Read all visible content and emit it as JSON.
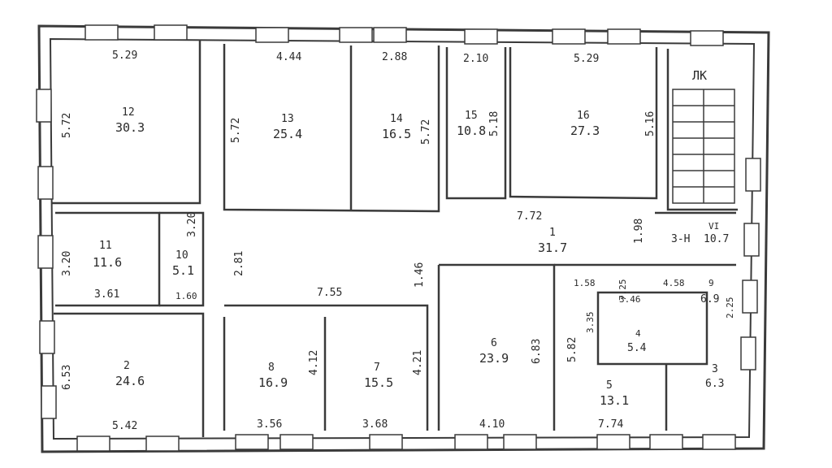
{
  "rooms": [
    {
      "id": "room-12",
      "number": "12",
      "area": "30.3"
    },
    {
      "id": "room-13",
      "number": "13",
      "area": "25.4"
    },
    {
      "id": "room-14",
      "number": "14",
      "area": "16.5"
    },
    {
      "id": "room-15",
      "number": "15",
      "area": "10.8"
    },
    {
      "id": "room-16",
      "number": "16",
      "area": "27.3"
    },
    {
      "id": "room-11",
      "number": "11",
      "area": "11.6"
    },
    {
      "id": "room-10",
      "number": "10",
      "area": "5.1"
    },
    {
      "id": "room-1",
      "number": "1",
      "area": "31.7"
    },
    {
      "id": "room-2",
      "number": "2",
      "area": "24.6"
    },
    {
      "id": "room-8",
      "number": "8",
      "area": "16.9"
    },
    {
      "id": "room-7",
      "number": "7",
      "area": "15.5"
    },
    {
      "id": "room-6",
      "number": "6",
      "area": "23.9"
    },
    {
      "id": "room-5",
      "number": "5",
      "area": "13.1"
    },
    {
      "id": "room-4",
      "number": "4",
      "area": "5.4"
    },
    {
      "id": "room-3",
      "number": "3",
      "area": "6.3"
    },
    {
      "id": "room-9",
      "number": "9",
      "area": "6.9"
    },
    {
      "id": "room-vi",
      "number": "VI",
      "area": "10.7"
    }
  ],
  "labels": {
    "stair": "ЛК",
    "stair_room": "З-Н"
  },
  "dimensions": [
    "5.29",
    "5.72",
    "4.44",
    "5.72",
    "2.88",
    "5.72",
    "2.10",
    "5.18",
    "5.29",
    "5.16",
    "3.20",
    "3.20",
    "3.61",
    "1.60",
    "2.81",
    "7.55",
    "1.46",
    "7.72",
    "1.98",
    "1.58",
    "7.25",
    "4.58",
    "2.25",
    "3.46",
    "3.35",
    "5.82",
    "6.83",
    "4.10",
    "3.68",
    "4.21",
    "3.56",
    "4.12",
    "6.53",
    "5.42",
    "7.74"
  ]
}
